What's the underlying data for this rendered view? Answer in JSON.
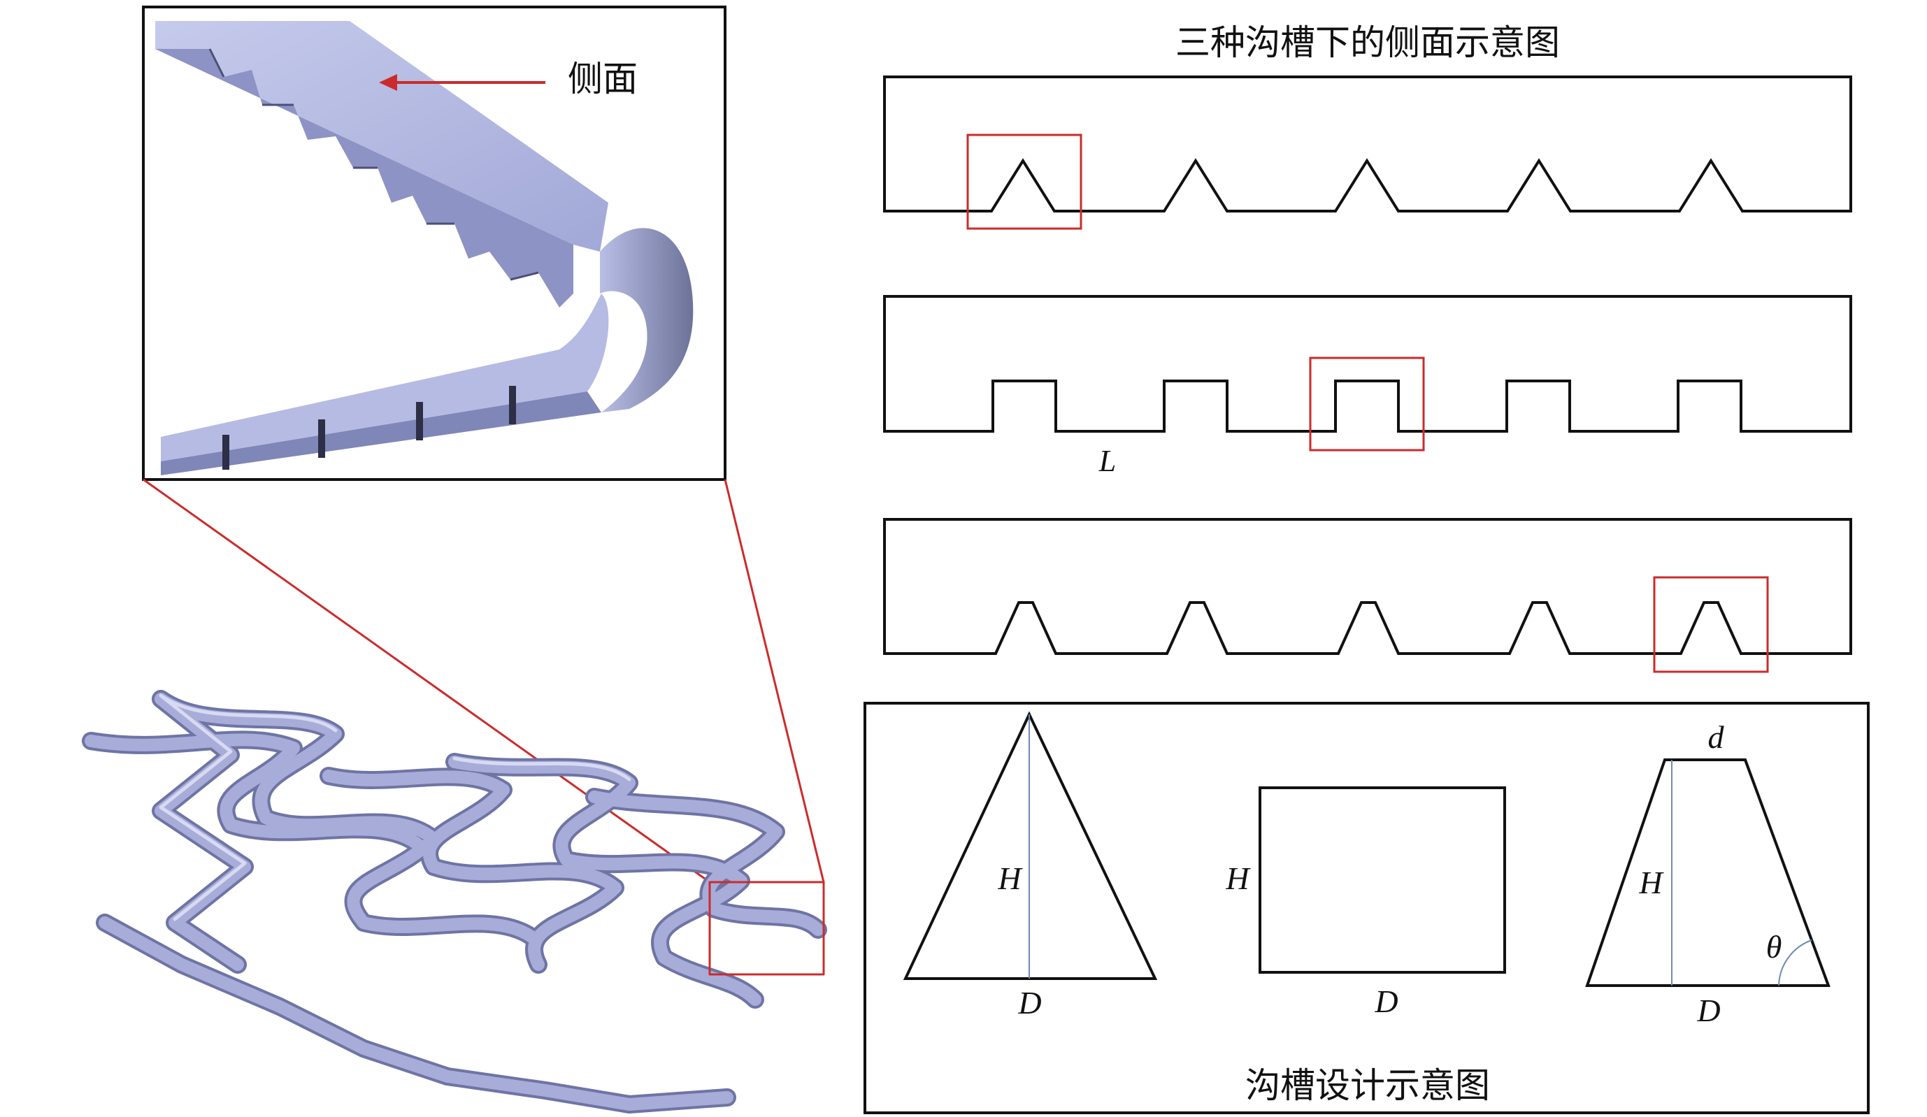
{
  "zoom_callout": {
    "label": "侧面"
  },
  "side_views": {
    "title": "三种沟槽下的侧面示意图",
    "spacing_label": "L"
  },
  "design_panel": {
    "title": "沟槽设计示意图",
    "triangle": {
      "height_label": "H",
      "base_label": "D"
    },
    "rectangle": {
      "height_label": "H",
      "base_label": "D"
    },
    "trapezoid": {
      "height_label": "H",
      "base_label": "D",
      "top_label": "d",
      "angle_label": "θ"
    }
  },
  "colors": {
    "outline": "#111111",
    "highlight": "#cc2b2b",
    "stent": "#9aa0cf",
    "stent_dark": "#5e6494",
    "stent_light": "#c9cde9",
    "height_line": "#6f8bb3"
  }
}
